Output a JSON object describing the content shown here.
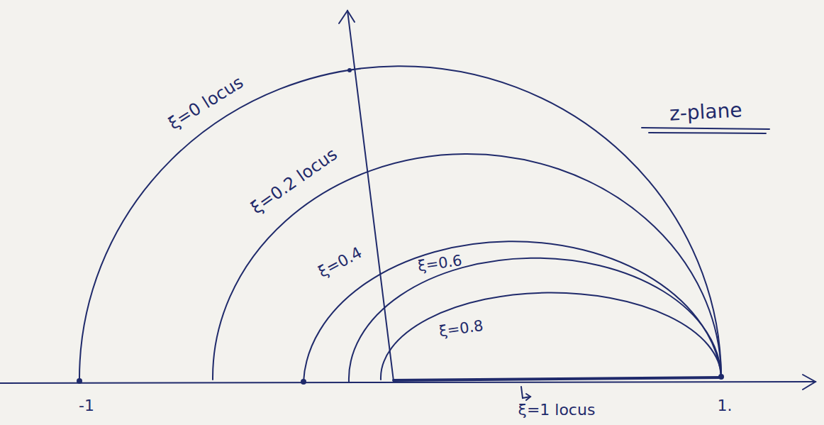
{
  "diagram": {
    "labels": [
      "ξ=0 locus",
      "ξ=0.2 locus",
      "ξ=0.4",
      "ξ=0.6",
      "ξ=0.8",
      "ξ=1 locus",
      "z-plane",
      "-1",
      "1."
    ]
  }
}
